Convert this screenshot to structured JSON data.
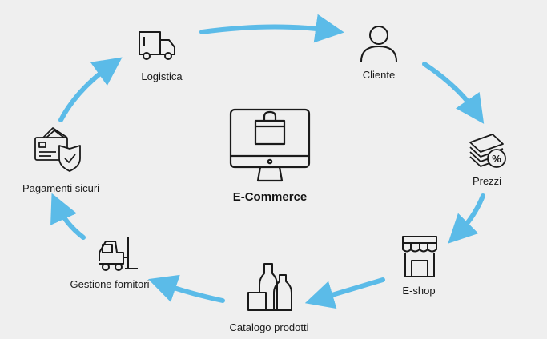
{
  "center": {
    "title": "E-Commerce",
    "icon": "monitor-shopping-bag-icon"
  },
  "nodes": [
    {
      "id": "logistica",
      "label": "Logistica",
      "icon": "delivery-truck-icon"
    },
    {
      "id": "cliente",
      "label": "Cliente",
      "icon": "user-icon"
    },
    {
      "id": "prezzi",
      "label": "Prezzi",
      "icon": "money-percent-icon"
    },
    {
      "id": "eshop",
      "label": "E-shop",
      "icon": "storefront-icon"
    },
    {
      "id": "catalogo",
      "label": "Catalogo prodotti",
      "icon": "product-bottles-icon"
    },
    {
      "id": "fornitori",
      "label": "Gestione fornitori",
      "icon": "forklift-icon"
    },
    {
      "id": "pagamenti",
      "label": "Pagamenti sicuri",
      "icon": "secure-payment-card-icon"
    }
  ],
  "colors": {
    "arrow": "#5bbbe8",
    "icon_stroke": "#1a1a1a",
    "background": "#efefef"
  }
}
